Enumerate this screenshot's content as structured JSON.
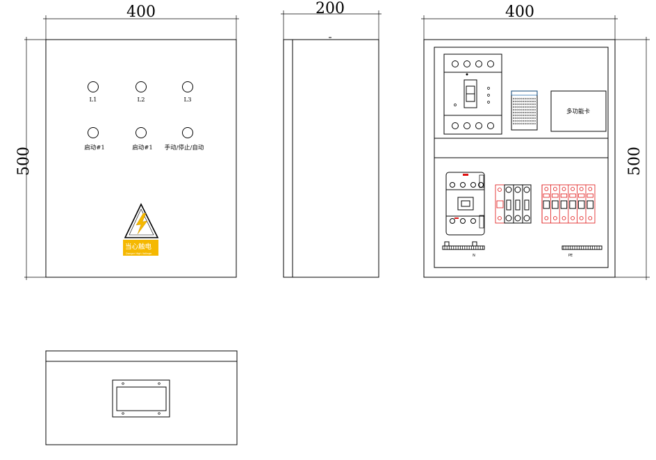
{
  "dimensions": {
    "front_width": "400",
    "front_height": "500",
    "side_width": "200",
    "inner_width": "400",
    "inner_height": "500"
  },
  "front_panel": {
    "indicator_labels": [
      "L1",
      "L2",
      "L3"
    ],
    "button_labels": [
      "启动#1",
      "启动#1",
      "手动/停止/自动"
    ],
    "warning_sign": {
      "text": "当心触电",
      "subtext": "Danger High Voltage"
    }
  },
  "inner_panel": {
    "module_label": "多功能卡",
    "terminal_labels": [
      "N",
      "PE"
    ]
  },
  "colors": {
    "line": "#000000",
    "warning_yellow": "#f5b800",
    "component_red": "#e01010",
    "component_green": "#1a7a1a"
  }
}
